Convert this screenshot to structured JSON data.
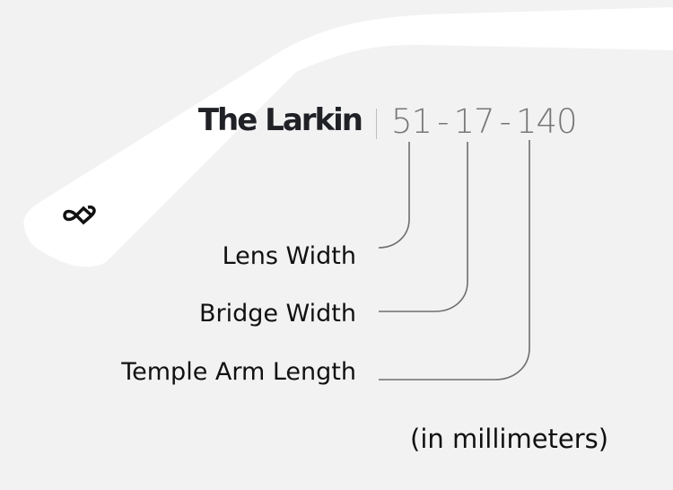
{
  "frame_name": "The Larkin",
  "measurements": {
    "lens_width": "51",
    "bridge_width": "17",
    "temple_arm_length": "140",
    "separator": "-"
  },
  "labels": {
    "lens_width": "Lens Width",
    "bridge_width": "Bridge Width",
    "temple_arm_length": "Temple Arm Length"
  },
  "unit_note": "(in millimeters)",
  "colors": {
    "background": "#f2f2f2",
    "temple": "#ffffff",
    "leader_line": "#6e6e6e",
    "title": "#1f2126",
    "numbers": "#777777"
  }
}
